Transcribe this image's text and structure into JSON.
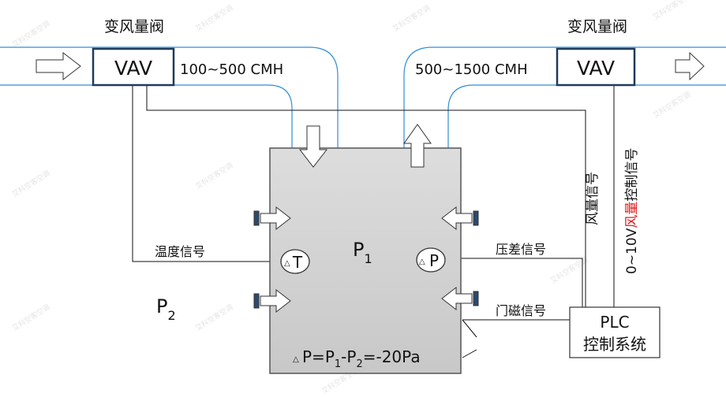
{
  "labels": {
    "vav_left_title": "变风量阀",
    "vav_right_title": "变风量阀",
    "vav_left": "VAV",
    "vav_right": "VAV",
    "flow_left": "100~500 CMH",
    "flow_right": "500~1500 CMH",
    "temp_signal": "温度信号",
    "pressure_signal": "压差信号",
    "door_signal": "门磁信号",
    "airflow_signal": "风量信号",
    "control_signal_pre": "0~10V",
    "control_signal_red": "风量",
    "control_signal_post": "控制信号",
    "sensor_t": "T",
    "sensor_p": "P",
    "room_p1": "P",
    "room_p1_sub": "1",
    "outside_p2": "P",
    "outside_p2_sub": "2",
    "plc_line1": "PLC",
    "plc_line2": "控制系统",
    "formula": {
      "a": "P=P",
      "sub1": "1",
      "b": "-P",
      "sub2": "2",
      "c": "=-20Pa"
    }
  },
  "watermark": "艾科空客空调",
  "colors": {
    "duct": "#2f8fd6",
    "room_fill": "#d4d4d4",
    "box_border": "#1f3b5c",
    "red": "#e01b1b",
    "line": "#111111"
  }
}
